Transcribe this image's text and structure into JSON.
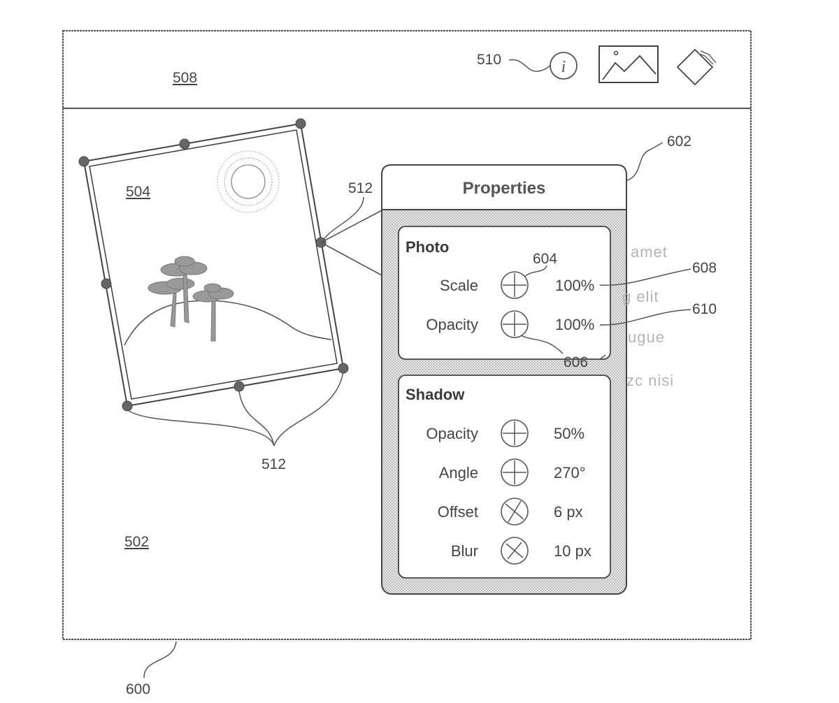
{
  "figure": {
    "label_window": "600",
    "label_canvas": "502",
    "label_toolbar": "508",
    "label_info_icon": "510",
    "label_photo": "504",
    "label_handles_top": "512",
    "label_handles_bottom": "512",
    "label_panel": "602",
    "label_scale_control": "604",
    "label_opacity_control": "606",
    "label_scale_value": "608",
    "label_opacity_value": "610"
  },
  "toolbar": {
    "icons": [
      "info-icon",
      "image-icon",
      "layers-icon"
    ]
  },
  "panel": {
    "title": "Properties",
    "photo": {
      "title": "Photo",
      "rows": [
        {
          "label": "Scale",
          "value": "100%",
          "control": "crosshair-dial-icon"
        },
        {
          "label": "Opacity",
          "value": "100%",
          "control": "crosshair-dial-icon"
        }
      ]
    },
    "shadow": {
      "title": "Shadow",
      "rows": [
        {
          "label": "Opacity",
          "value": "50%",
          "control": "crosshair-dial-icon"
        },
        {
          "label": "Angle",
          "value": "270°",
          "control": "crosshair-dial-icon"
        },
        {
          "label": "Offset",
          "value": "6 px",
          "control": "x-dial-icon"
        },
        {
          "label": "Blur",
          "value": "10 px",
          "control": "x-dial-icon"
        }
      ]
    }
  },
  "background_text": [
    "amet",
    "g elit",
    "ugue",
    "zc nisi"
  ],
  "colors": {
    "line": "#4a4a4a",
    "panel_fill": "#dcdcdc",
    "ghost_text": "#b4b4b4"
  }
}
